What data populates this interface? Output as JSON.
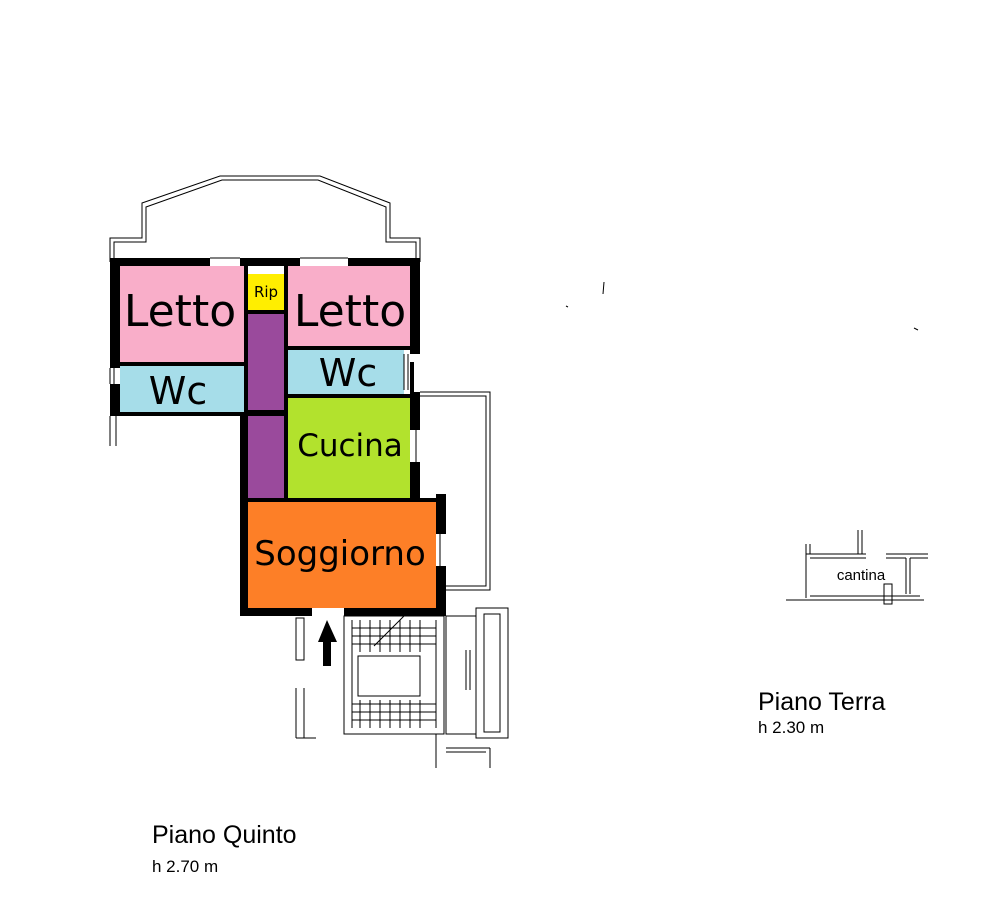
{
  "floors": [
    {
      "name": "Piano Quinto",
      "height": "h 2.70 m",
      "rooms": [
        {
          "label": "Letto",
          "color": "#f9aec9"
        },
        {
          "label": "Rip",
          "color": "#ffee00"
        },
        {
          "label": "Letto",
          "color": "#f9aec9"
        },
        {
          "label": "Wc",
          "color": "#a6dde9"
        },
        {
          "label": "Wc",
          "color": "#a6dde9"
        },
        {
          "label": "Cucina",
          "color": "#b2e22d"
        },
        {
          "label": "Soggiorno",
          "color": "#fd7f27"
        }
      ],
      "corridor_color": "#9a4a9c"
    },
    {
      "name": "Piano Terra",
      "height": "h 2.30 m",
      "rooms": [
        {
          "label": "cantina"
        }
      ]
    }
  ]
}
